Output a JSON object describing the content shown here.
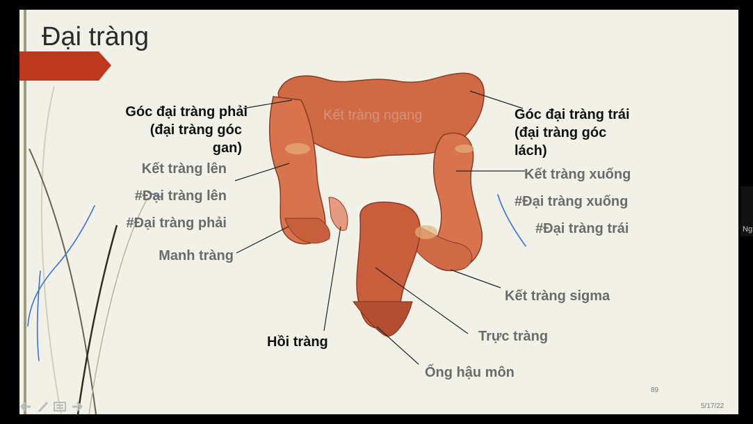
{
  "slide": {
    "title": "Đại tràng",
    "ghost_label": "Kết tràng ngang",
    "labels": {
      "goc_phai_1": "Góc đại tràng phải",
      "goc_phai_2": "(đại tràng góc",
      "goc_phai_3": "gan)",
      "goc_trai_1": "Góc đại tràng trái",
      "goc_trai_2": "(đại tràng góc",
      "goc_trai_3": "lách)",
      "ket_trang_len": "Kết tràng lên",
      "dai_trang_len": "#Đại tràng lên",
      "dai_trang_phai": "#Đại tràng phải",
      "manh_trang": "Manh tràng",
      "ket_trang_xuong": "Kết tràng xuống",
      "dai_trang_xuong": "#Đại tràng xuống",
      "dai_trang_trai": "#Đại tràng trái",
      "ket_trang_sigma": "Kết tràng sigma",
      "hoi_trang": "Hồi tràng",
      "truc_trang": "Trực tràng",
      "ong_hau_mon": "Ống hậu môn"
    },
    "page_number": "89",
    "date": "5/17/22",
    "accent_color": "#c0371f"
  },
  "toolbar": {
    "icons": [
      "arrow-left-icon",
      "pen-icon",
      "menu-icon",
      "arrow-right-icon"
    ]
  },
  "side_panel": {
    "label": "Ng"
  }
}
